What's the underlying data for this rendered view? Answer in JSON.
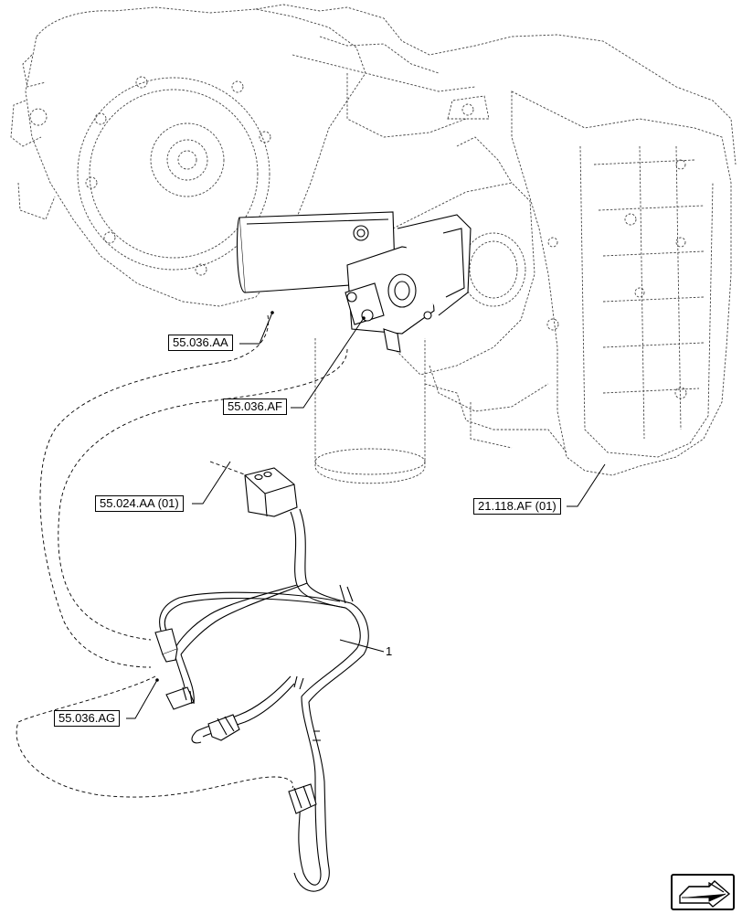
{
  "diagram": {
    "callouts": [
      {
        "id": "aa",
        "label": "55.036.AA"
      },
      {
        "id": "af",
        "label": "55.036.AF"
      },
      {
        "id": "024",
        "label": "55.024.AA (01)"
      },
      {
        "id": "ag",
        "label": "55.036.AG"
      },
      {
        "id": "118",
        "label": "21.118.AF (01)"
      }
    ],
    "item_number": "1"
  },
  "nav": {
    "icon": "next-page-arrow-icon"
  }
}
